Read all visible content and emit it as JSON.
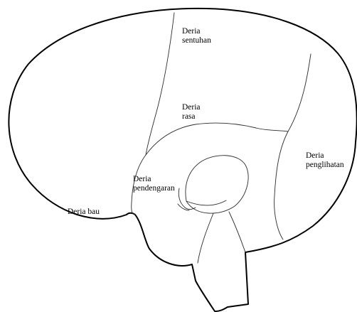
{
  "labels": {
    "touch": {
      "line1": "Deria",
      "line2": "sentuhan"
    },
    "taste": {
      "line1": "Deria",
      "line2": "rasa"
    },
    "sight": {
      "line1": "Deria",
      "line2": "penglihatan"
    },
    "hearing": {
      "line1": "Deria",
      "line2": "pendengaran"
    },
    "smell": {
      "line1": "Deria bau"
    }
  }
}
